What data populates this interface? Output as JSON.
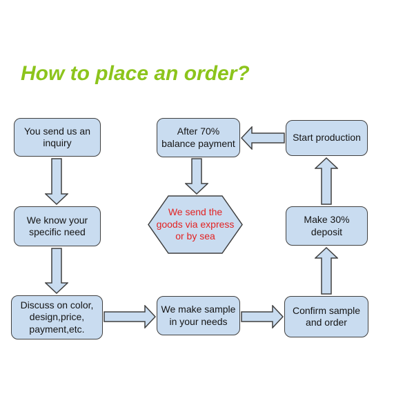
{
  "title": "How to place an order?",
  "colors": {
    "title_green": "#8cc41c",
    "shape_fill": "#c9dcf0",
    "shape_border": "#3f3f3f",
    "box_text": "#141414",
    "hexagon_text": "#e32222",
    "background": "#ffffff"
  },
  "nodes": {
    "inquiry": {
      "label": "You send us an\ninquiry"
    },
    "need": {
      "label": "We know your\nspecific need"
    },
    "discuss": {
      "label": "Discuss on color,\ndesign,price,\npayment,etc."
    },
    "sample": {
      "label": "We make sample\nin your needs"
    },
    "confirm": {
      "label": "Confirm sample\nand order"
    },
    "deposit": {
      "label": "Make 30%\ndeposit"
    },
    "production": {
      "label": "Start production"
    },
    "balance": {
      "label": "After 70%\nbalance payment"
    },
    "shipping": {
      "label": "We send the\ngoods via express\nor by sea"
    }
  },
  "edges": [
    {
      "from": "inquiry",
      "to": "need",
      "direction": "down"
    },
    {
      "from": "need",
      "to": "discuss",
      "direction": "down"
    },
    {
      "from": "discuss",
      "to": "sample",
      "direction": "right"
    },
    {
      "from": "sample",
      "to": "confirm",
      "direction": "right"
    },
    {
      "from": "confirm",
      "to": "deposit",
      "direction": "up"
    },
    {
      "from": "deposit",
      "to": "production",
      "direction": "up"
    },
    {
      "from": "production",
      "to": "balance",
      "direction": "left"
    },
    {
      "from": "balance",
      "to": "shipping",
      "direction": "down"
    }
  ]
}
